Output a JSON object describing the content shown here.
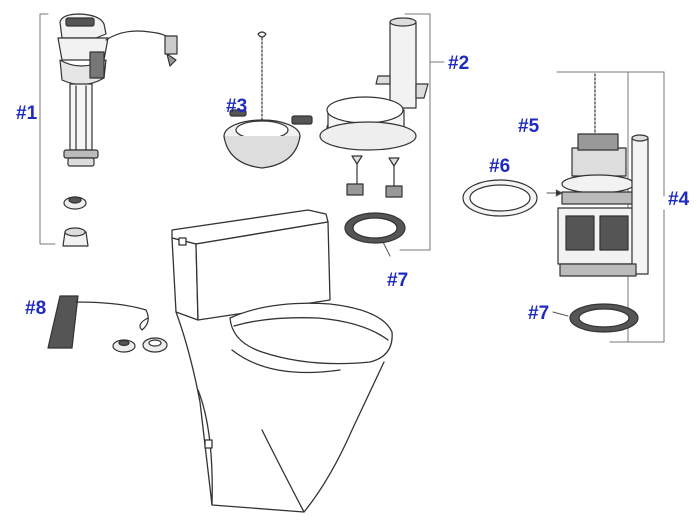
{
  "labels": {
    "p1": "#1",
    "p2": "#2",
    "p3": "#3",
    "p4": "#4",
    "p5": "#5",
    "p6": "#6",
    "p7a": "#7",
    "p7b": "#7",
    "p8": "#8"
  },
  "colors": {
    "label": "#1f2bbf",
    "line": "#333333",
    "fill_light": "#f2f2f2",
    "fill_dark": "#555555"
  }
}
